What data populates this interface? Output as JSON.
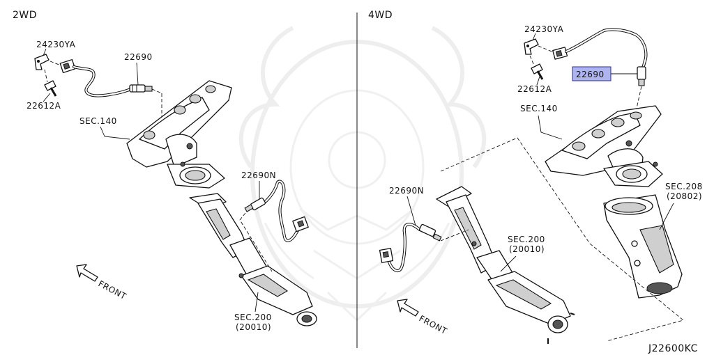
{
  "sections": {
    "left_title": "2WD",
    "right_title": "4WD"
  },
  "left": {
    "bracket_label": "24230YA",
    "sensor_label": "22690",
    "bolt_label": "22612A",
    "manifold_label": "SEC.140",
    "rear_sensor_label": "22690N",
    "front_label": "FRONT",
    "cat_sec_label": "SEC.200",
    "cat_part_label": "(20010)"
  },
  "right": {
    "bracket_label": "24230YA",
    "sensor_label": "22690",
    "bolt_label": "22612A",
    "manifold_label": "SEC.140",
    "rear_sensor_label": "22690N",
    "shield_sec_label": "SEC.208",
    "shield_part_label": "(20802)",
    "cat_sec_label": "SEC.200",
    "cat_part_label": "(20010)",
    "front_label": "FRONT"
  },
  "highlight_color": "#aeb4ef",
  "diagram_code": "J22600KC"
}
